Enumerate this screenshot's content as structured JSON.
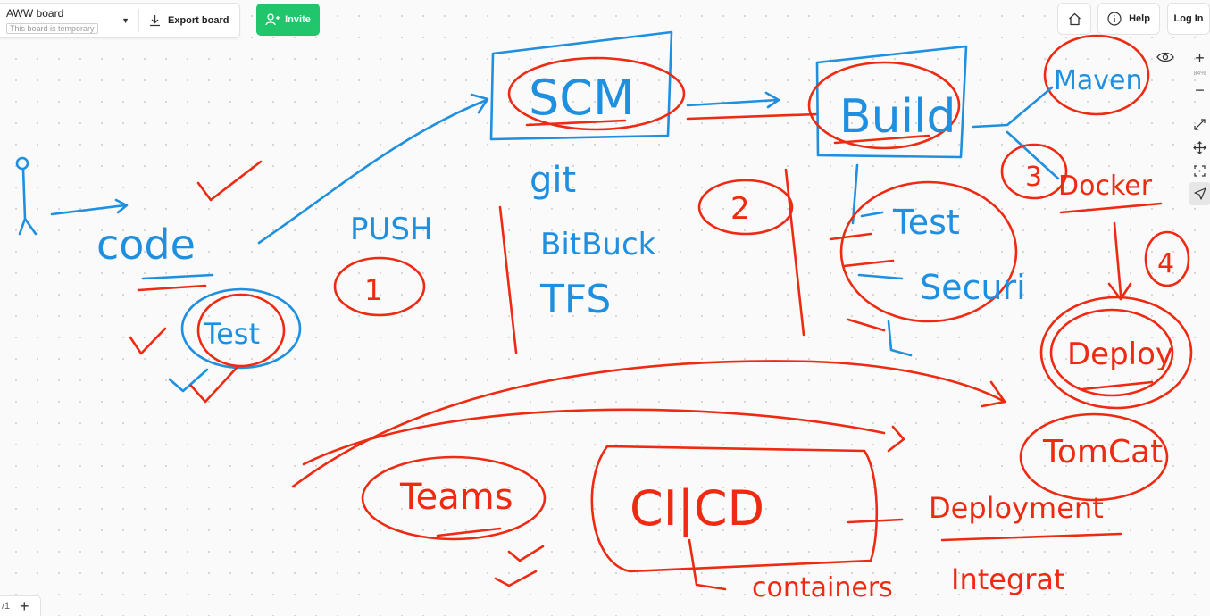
{
  "toolbar": {
    "board_title": "AWW board",
    "board_status": "This board is temporary",
    "export_label": "Export board",
    "invite_label": "Invite"
  },
  "top_right": {
    "help_label": "Help",
    "login_label": "Log In"
  },
  "side_tools": {
    "zoom_level": "84%"
  },
  "page_bar": {
    "page_indicator": "/1"
  },
  "colors": {
    "invite": "#21c56b",
    "ink_red": "#ee2a12",
    "ink_blue": "#1f8fe0"
  },
  "whiteboard": {
    "scm": "SCM",
    "build": "Build",
    "maven": "Maven",
    "docker": "Docker",
    "deploy": "Deploy",
    "tomcat": "TomCat",
    "code": "code",
    "test_left": "Test",
    "push": "PUSH",
    "step1": "1",
    "step2": "2",
    "step3": "3",
    "step4": "4",
    "git": "git",
    "bitbucket": "BitBuck",
    "tfs": "TFS",
    "test_right": "Test",
    "security": "Securi",
    "teams": "Teams",
    "cicd": "CI|CD",
    "deployment": "Deployment",
    "containers": "containers",
    "integration": "Integrat"
  }
}
